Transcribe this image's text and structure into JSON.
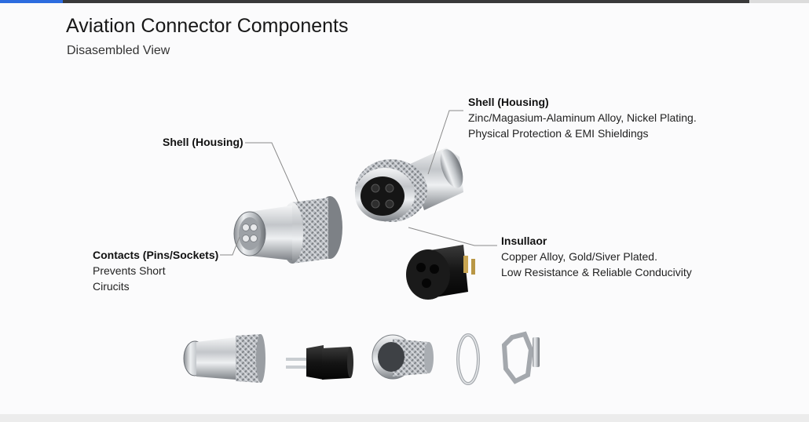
{
  "header": {
    "title": "Aviation Connector Components",
    "subtitle": "Disasembled View"
  },
  "callouts": {
    "shell_left": {
      "heading": "Shell (Housing)"
    },
    "contacts": {
      "heading": "Contacts (Pins/Sockets)",
      "line1": "Prevents Short",
      "line2": "Cirucits"
    },
    "shell_right": {
      "heading": "Shell (Housing)",
      "line1": "Zinc/Magasium-Alaminum Alloy, Nickel Plating.",
      "line2": "Physical Protection & EMI Shieldings"
    },
    "insulator": {
      "heading": "Insullaor",
      "line1": "Copper Alloy, Gold/Siver Plated.",
      "line2": "Low Resistance & Reliable Conducivity"
    }
  },
  "parts_row": [
    "plug-assembly",
    "insulator-insert",
    "threaded-socket",
    "retaining-ring",
    "hex-nut-and-pin"
  ],
  "colors": {
    "metal": "#c9ccd0",
    "metal_dark": "#8e9296",
    "insulator": "#1c1c1c",
    "accent": "#2d6cdf"
  }
}
